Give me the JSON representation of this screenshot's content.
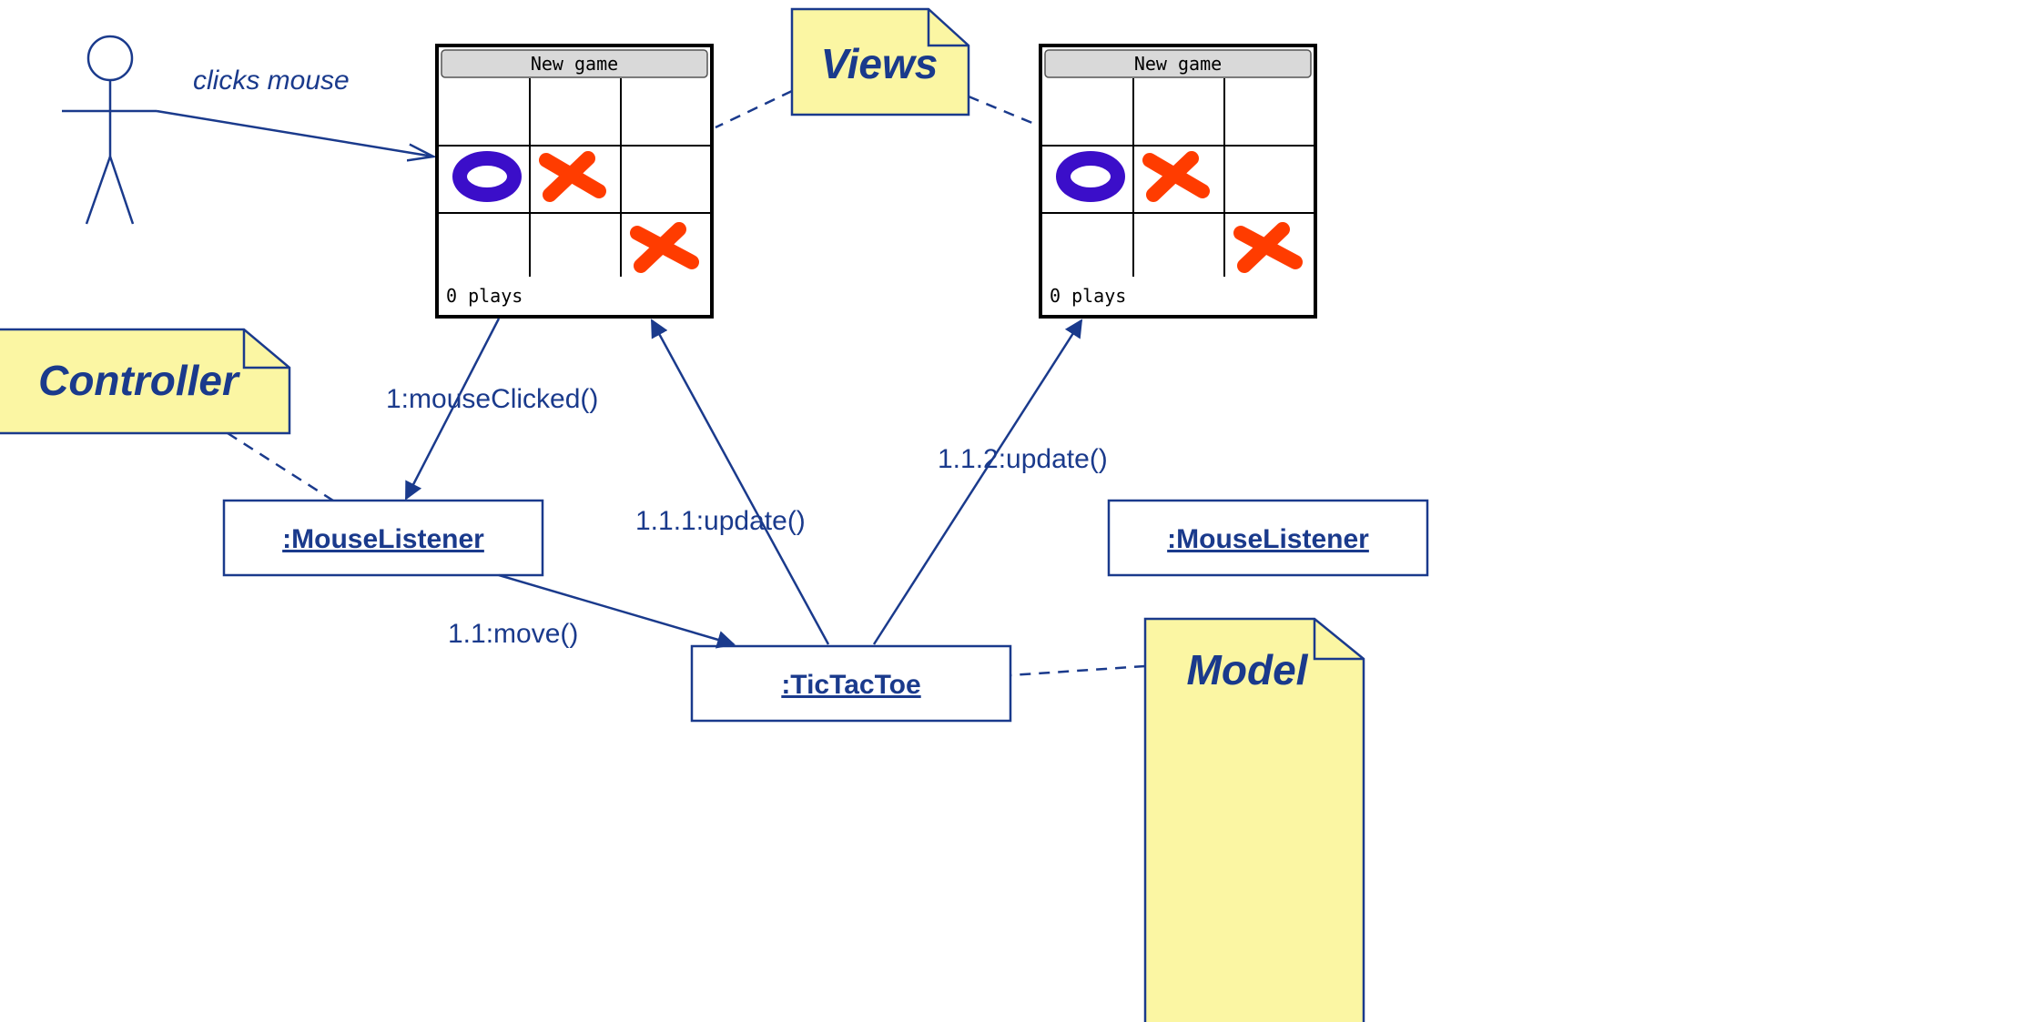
{
  "actor": {
    "label": "clicks mouse"
  },
  "views": [
    {
      "button_label": "New game",
      "status": "0 plays"
    },
    {
      "button_label": "New game",
      "status": "0 plays"
    }
  ],
  "notes": {
    "views": "Views",
    "controller": "Controller",
    "model": "Model"
  },
  "objects": {
    "mouse_listener_1": ":MouseListener",
    "mouse_listener_2": ":MouseListener",
    "tictactoe": ":TicTacToe"
  },
  "messages": {
    "mouse_clicked": "1:mouseClicked()",
    "move": "1.1:move()",
    "update_1": "1.1.1:update()",
    "update_2": "1.1.2:update()"
  },
  "colors": {
    "ink": "#1a3a8c",
    "note_fill": "#fbf6a3",
    "o_mark": "#3b0ec9",
    "x_mark": "#ff3c00"
  }
}
